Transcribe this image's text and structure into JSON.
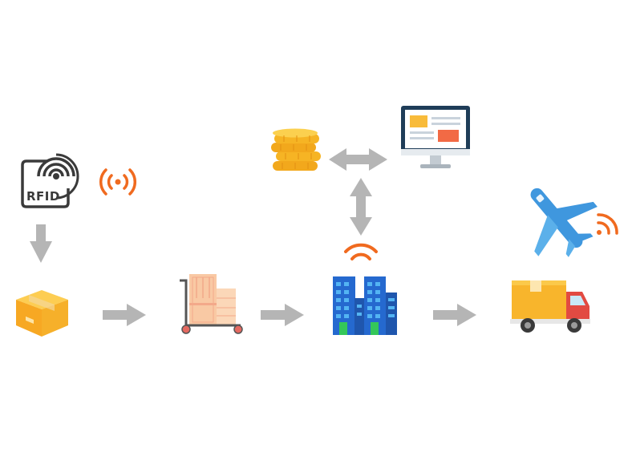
{
  "rfid_tag": {
    "label": "RFID"
  },
  "nodes": [
    {
      "id": "rfid-tag",
      "icon": "rfid-tag-icon"
    },
    {
      "id": "rfid-signal",
      "icon": "radio-waves-icon"
    },
    {
      "id": "package",
      "icon": "cardboard-box-icon"
    },
    {
      "id": "warehouse-cart",
      "icon": "hand-truck-with-boxes-icon"
    },
    {
      "id": "distribution-center",
      "icon": "office-buildings-icon"
    },
    {
      "id": "payments",
      "icon": "coin-stack-icon"
    },
    {
      "id": "monitoring-system",
      "icon": "desktop-monitor-icon"
    },
    {
      "id": "delivery-truck",
      "icon": "delivery-truck-icon"
    },
    {
      "id": "air-freight",
      "icon": "airplane-icon"
    }
  ],
  "connections": [
    {
      "from": "rfid-tag",
      "to": "package",
      "type": "one-way"
    },
    {
      "from": "package",
      "to": "warehouse-cart",
      "type": "one-way"
    },
    {
      "from": "warehouse-cart",
      "to": "distribution-center",
      "type": "one-way"
    },
    {
      "from": "distribution-center",
      "to": "delivery-truck",
      "type": "one-way"
    },
    {
      "from": "payments",
      "to": "monitoring-system",
      "type": "two-way"
    },
    {
      "from": "monitoring-system",
      "to": "distribution-center",
      "type": "two-way"
    }
  ],
  "colors": {
    "arrow": "#b5b5b5",
    "signal": "#f06a1f",
    "box": "#f8b32b",
    "coins": "#f6b424",
    "building": "#2569cf",
    "building_window": "#53b4f3",
    "building_base": "#34c759",
    "monitor_frame": "#1f3d58",
    "truck_cargo": "#f8b52c",
    "truck_cab": "#e24a42",
    "plane": "#3f97de",
    "rfid": "#3a3a3a"
  }
}
